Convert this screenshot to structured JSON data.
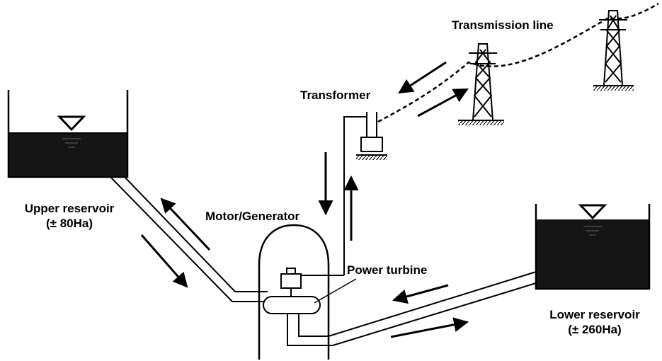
{
  "labels": {
    "transmission_line": "Transmission line",
    "transformer": "Transformer",
    "upper_reservoir": "Upper reservoir",
    "upper_reservoir_area": "(± 80Ha)",
    "motor_generator": "Motor/Generator",
    "power_turbine": "Power turbine",
    "lower_reservoir": "Lower reservoir",
    "lower_reservoir_area": "(± 260Ha)"
  },
  "colors": {
    "line": "#000000",
    "water": "#151515",
    "background": "#ffffff"
  }
}
